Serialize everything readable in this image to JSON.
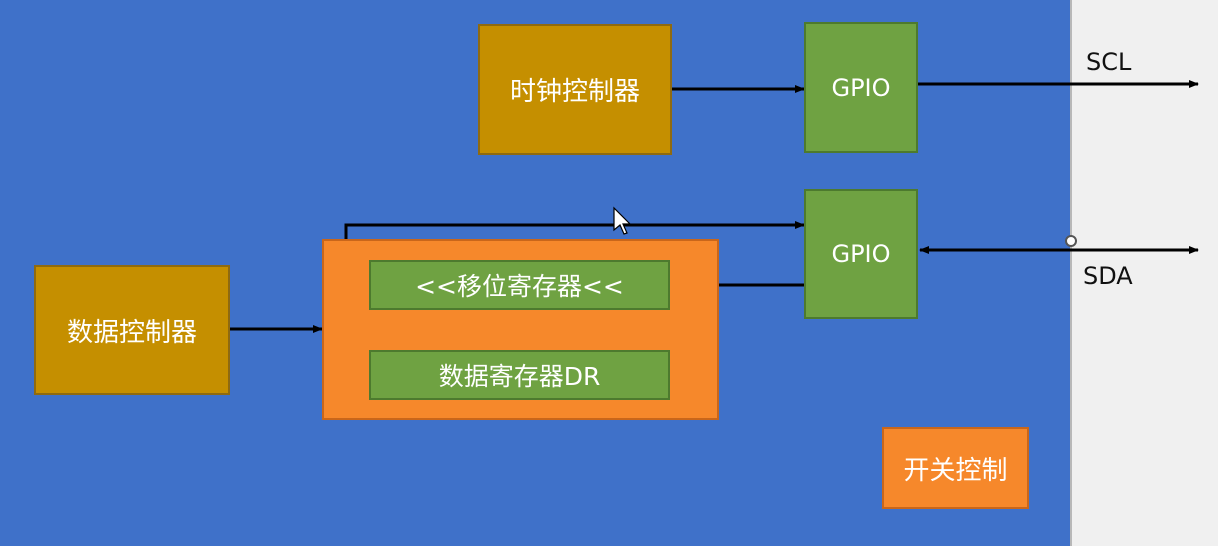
{
  "diagram": {
    "clock_controller": "时钟控制器",
    "data_controller": "数据控制器",
    "gpio_top": "GPIO",
    "gpio_bottom": "GPIO",
    "shift_register": "<<移位寄存器<<",
    "data_register": "数据寄存器DR",
    "switch_control": "开关控制",
    "scl_label": "SCL",
    "sda_label": "SDA"
  },
  "colors": {
    "panel": "#3F71C9",
    "controller": "#C58F00",
    "gpio": "#6FA242",
    "orange": "#F6882B",
    "outside": "#F0F0F0"
  }
}
